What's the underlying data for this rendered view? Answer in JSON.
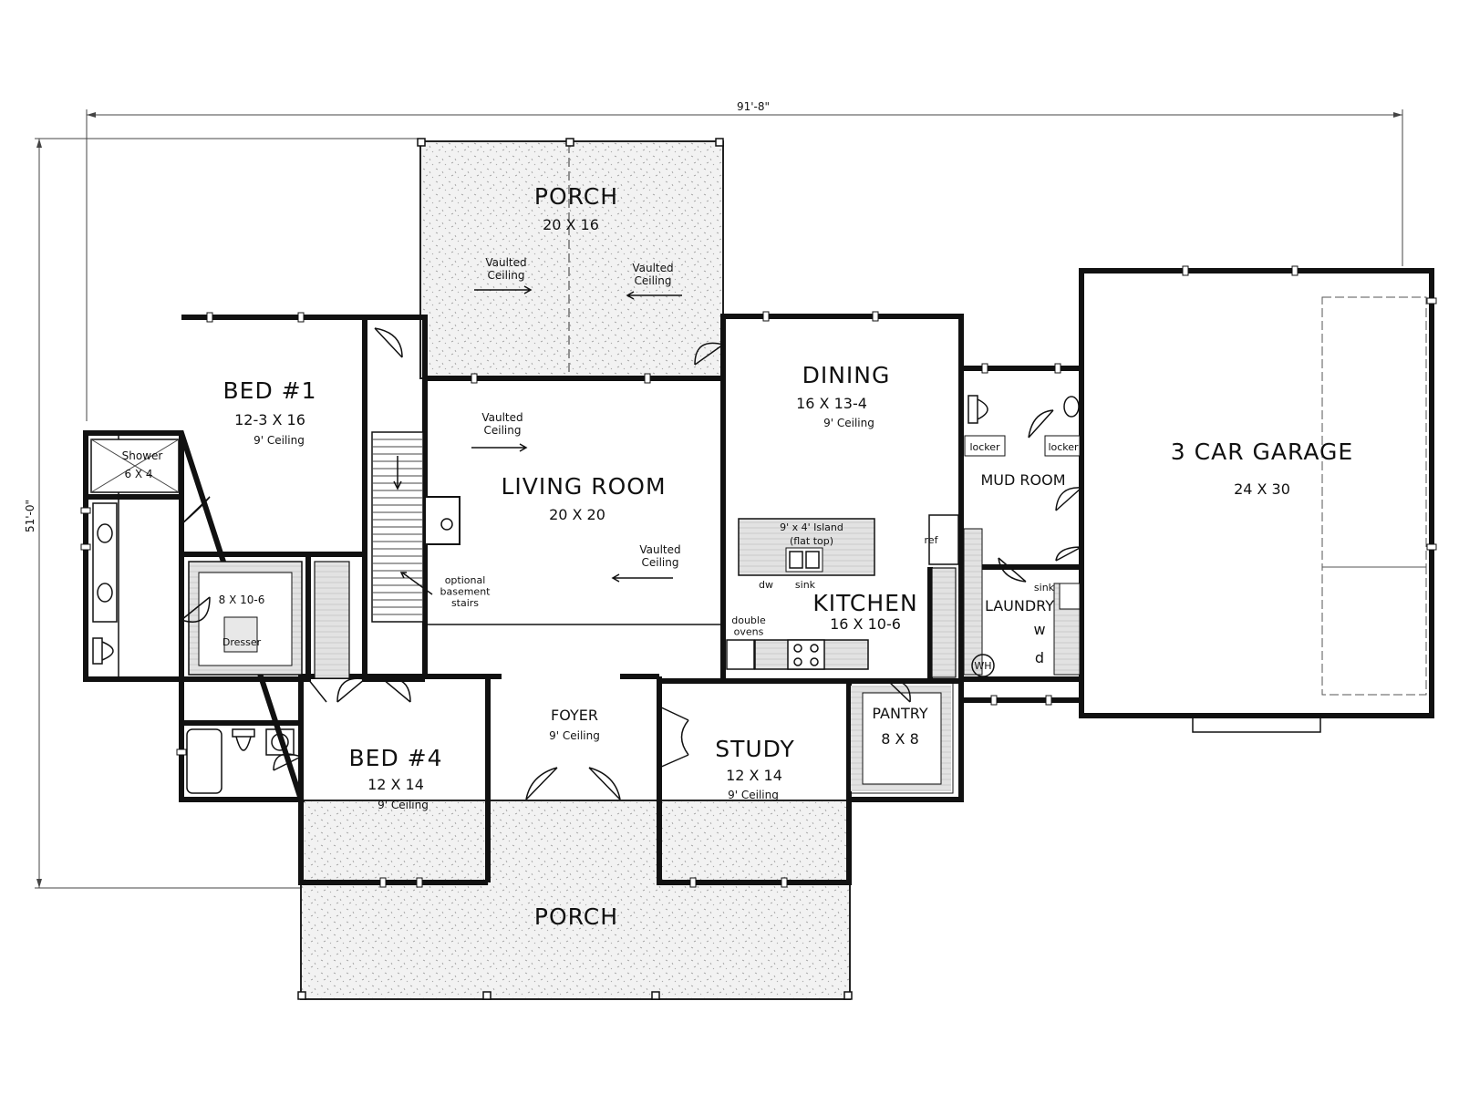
{
  "dimensions": {
    "overall_width": "91'-8\"",
    "overall_depth": "51'-0\""
  },
  "rooms": {
    "porch_rear": {
      "name": "PORCH",
      "size": "20 X 16"
    },
    "vault_porch_left": "Vaulted\nCeiling",
    "vault_porch_right": "Vaulted\nCeiling",
    "bed1": {
      "name": "BED #1",
      "size": "12-3 X 16",
      "ceiling": "9' Ceiling"
    },
    "shower": {
      "name": "Shower",
      "size": "6 X 4"
    },
    "closet": {
      "size": "8 X 10-6",
      "dresser": "Dresser"
    },
    "living": {
      "name": "LIVING ROOM",
      "size": "20 X 20",
      "vault1": "Vaulted\nCeiling",
      "vault2": "Vaulted\nCeiling"
    },
    "stairs_note": "optional\nbasement\nstairs",
    "dining": {
      "name": "DINING",
      "size": "16 X 13-4",
      "ceiling": "9' Ceiling"
    },
    "island": {
      "label": "9' x 4' Island",
      "sub": "(flat top)",
      "dw": "dw",
      "sink": "sink"
    },
    "kitchen": {
      "name": "KITCHEN",
      "size": "16 X 10-6",
      "ovens": "double\novens",
      "ref": "ref"
    },
    "mudroom": {
      "name": "MUD ROOM",
      "locker1": "locker",
      "locker2": "locker"
    },
    "laundry": {
      "name": "LAUNDRY",
      "sink": "sink",
      "w": "w",
      "d": "d",
      "wh": "WH"
    },
    "garage": {
      "name": "3 CAR GARAGE",
      "size": "24 X 30"
    },
    "pantry": {
      "name": "PANTRY",
      "size": "8 X 8"
    },
    "bed4": {
      "name": "BED #4",
      "size": "12 X 14",
      "ceiling": "9' Ceiling"
    },
    "foyer": {
      "name": "FOYER",
      "ceiling": "9' Ceiling"
    },
    "study": {
      "name": "STUDY",
      "size": "12 X 14",
      "ceiling": "9' Ceiling"
    },
    "porch_front": {
      "name": "PORCH"
    }
  }
}
